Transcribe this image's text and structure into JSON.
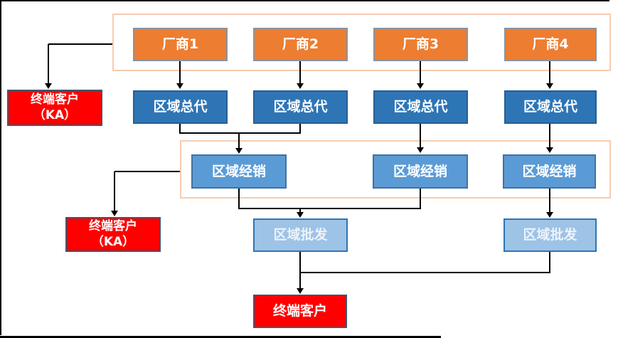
{
  "diagram": {
    "colors": {
      "factory_fill": "#ED7D31",
      "factory_border": "#8A93A1",
      "agent_fill": "#2E75B6",
      "agent_border": "#265E94",
      "distributor_fill": "#5B9BD5",
      "distributor_border": "#41719C",
      "wholesale_fill": "#9DC3E6",
      "wholesale_border": "#2E75B6",
      "customer_fill": "#FF0000",
      "customer_border": "#44546A",
      "group_border": "#F6CCAE",
      "connector": "#000000",
      "label_text": "#FFFFFF"
    },
    "factories": [
      {
        "label": "厂商1"
      },
      {
        "label": "厂商2"
      },
      {
        "label": "厂商3"
      },
      {
        "label": "厂商4"
      }
    ],
    "general_agents": [
      {
        "label": "区域总代"
      },
      {
        "label": "区域总代"
      },
      {
        "label": "区域总代"
      },
      {
        "label": "区域总代"
      }
    ],
    "distributors": [
      {
        "label": "区域经销"
      },
      {
        "label": "区域经销"
      },
      {
        "label": "区域经销"
      }
    ],
    "wholesalers": [
      {
        "label": "区域批发"
      },
      {
        "label": "区域批发"
      }
    ],
    "ka_customers": [
      {
        "line1": "终端客户",
        "line2": "（KA）"
      },
      {
        "line1": "终端客户",
        "line2": "（KA）"
      }
    ],
    "end_customer": {
      "label": "终端客户"
    }
  }
}
